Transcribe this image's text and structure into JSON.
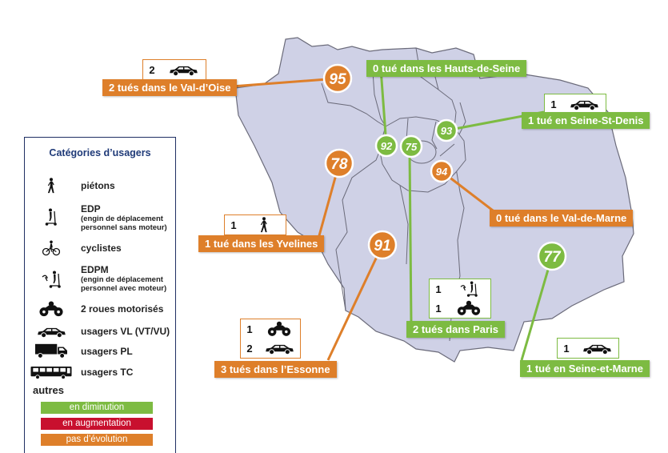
{
  "legend": {
    "title": "Catégories d’usagers",
    "items": [
      {
        "icon": "pedestrian-icon",
        "label": "piétons",
        "sub": ""
      },
      {
        "icon": "scooter-icon",
        "label": "EDP",
        "sub": "(engin de déplacement personnel sans moteur)"
      },
      {
        "icon": "cyclist-icon",
        "label": "cyclistes",
        "sub": ""
      },
      {
        "icon": "electric-scooter-icon",
        "label": "EDPM",
        "sub": "(engin de déplacement personnel avec moteur)"
      },
      {
        "icon": "motorbike-icon",
        "label": "2 roues motorisés",
        "sub": ""
      },
      {
        "icon": "car-icon",
        "label": "usagers VL (VT/VU)",
        "sub": ""
      },
      {
        "icon": "truck-icon",
        "label": "usagers PL",
        "sub": ""
      },
      {
        "icon": "bus-icon",
        "label": "usagers TC",
        "sub": ""
      }
    ],
    "autres": "autres",
    "trends": [
      {
        "label": "en diminution",
        "color": "#7dbb42"
      },
      {
        "label": "en augmentation",
        "color": "#c8102e"
      },
      {
        "label": "pas d’évolution",
        "color": "#de7f2a"
      }
    ]
  },
  "departments": [
    {
      "code": "95",
      "label": "2 tués dans le Val-d’Oise",
      "trend": "pas d’évolution",
      "color": "#de7f2a",
      "counts": [
        {
          "n": "2",
          "icon": "car-icon"
        }
      ]
    },
    {
      "code": "92",
      "label": "0 tué dans les Hauts-de-Seine",
      "trend": "en diminution",
      "color": "#7dbb42",
      "counts": []
    },
    {
      "code": "93",
      "label": "1 tué en Seine-St-Denis",
      "trend": "en diminution",
      "color": "#7dbb42",
      "counts": [
        {
          "n": "1",
          "icon": "car-icon"
        }
      ]
    },
    {
      "code": "78",
      "label": "1 tué dans les Yvelines",
      "trend": "pas d’évolution",
      "color": "#de7f2a",
      "counts": [
        {
          "n": "1",
          "icon": "pedestrian-icon"
        }
      ]
    },
    {
      "code": "75",
      "label": "2 tués dans Paris",
      "trend": "en diminution",
      "color": "#7dbb42",
      "counts": [
        {
          "n": "1",
          "icon": "electric-scooter-icon"
        },
        {
          "n": "1",
          "icon": "motorbike-icon"
        }
      ]
    },
    {
      "code": "94",
      "label": "0 tué dans le Val-de-Marne",
      "trend": "pas d’évolution",
      "color": "#de7f2a",
      "counts": []
    },
    {
      "code": "91",
      "label": "3 tués dans l’Essonne",
      "trend": "pas d’évolution",
      "color": "#de7f2a",
      "counts": [
        {
          "n": "1",
          "icon": "motorbike-icon"
        },
        {
          "n": "2",
          "icon": "car-icon"
        }
      ]
    },
    {
      "code": "77",
      "label": "1 tué en Seine-et-Marne",
      "trend": "en diminution",
      "color": "#7dbb42",
      "counts": [
        {
          "n": "1",
          "icon": "car-icon"
        }
      ]
    }
  ]
}
